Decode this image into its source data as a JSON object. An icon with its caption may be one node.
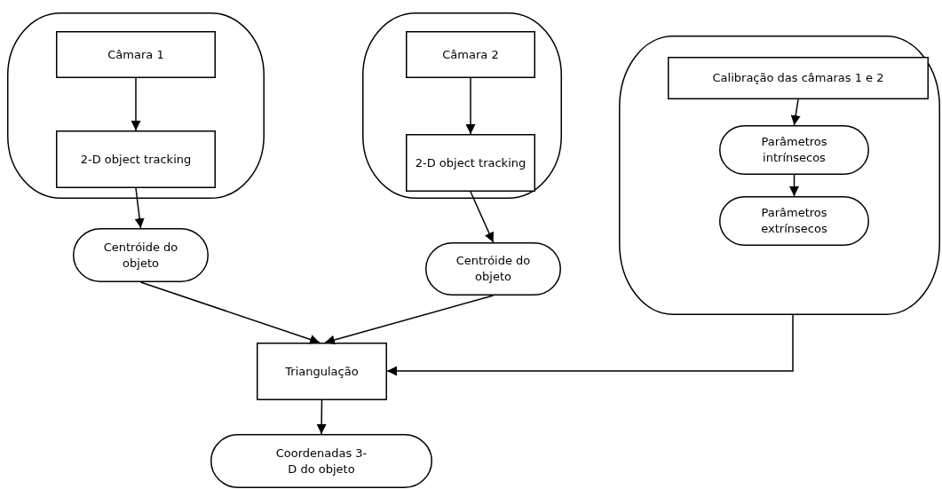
{
  "diagram": {
    "nodes": [
      {
        "text": [],
        "shape": "box"
      },
      {
        "text": [
          "Câmara 1"
        ],
        "in": 0
      },
      {
        "text": [
          "2-D object tracking"
        ],
        "in": 0
      },
      {
        "text": [
          "Centróide do objeto"
        ]
      },
      {
        "text": [],
        "shape": "box"
      },
      {
        "text": [
          "Câmara 2"
        ],
        "in": 4
      },
      {
        "text": [
          "2-D object tracking"
        ],
        "in": 4
      },
      {
        "text": [
          "Centróide do objeto"
        ]
      },
      {
        "text": [],
        "shape": "box"
      },
      {
        "text": [
          "Calibração das câmaras 1 e 2"
        ],
        "in": 8
      },
      {
        "text": [
          "Parâmetros intrínsecos"
        ],
        "in": 8
      },
      {
        "text": [
          "Parâmetros extrínsecos"
        ],
        "in": 8
      },
      {
        "text": [
          "Triangulação"
        ]
      },
      {
        "text": [
          "Coordenadas 3-D do objeto"
        ]
      }
    ],
    "edges": [
      {
        "from": 1,
        "to": 2,
        "arrow": "to"
      },
      {
        "from": 2,
        "to": 3,
        "arrow": "to"
      },
      {
        "from": 5,
        "to": 6,
        "arrow": "to"
      },
      {
        "from": 6,
        "to": 7,
        "arrow": "to"
      },
      {
        "from": 9,
        "to": 10,
        "arrow": "to"
      },
      {
        "from": 10,
        "to": 11,
        "arrow": "to"
      },
      {
        "from": 3,
        "to": 12,
        "arrow": "to"
      },
      {
        "from": 7,
        "to": 12,
        "arrow": "to"
      },
      {
        "from": 8,
        "to": 12,
        "arrow": "to"
      },
      {
        "from": 12,
        "to": 13,
        "arrow": "to"
      }
    ]
  }
}
